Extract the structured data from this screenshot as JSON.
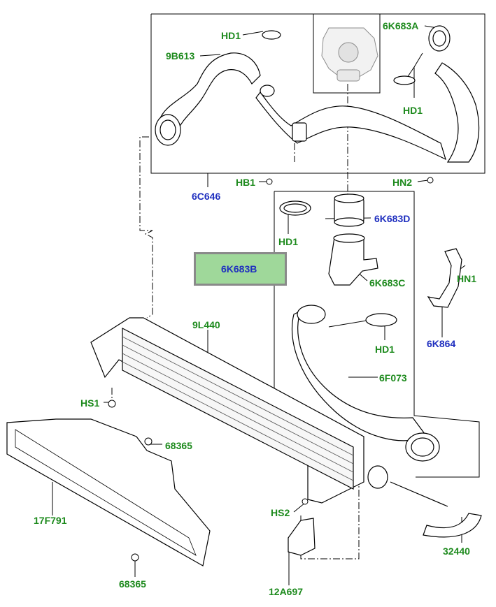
{
  "colors": {
    "label_green": "#1d8a1d",
    "label_blue": "#1f2fbf",
    "highlight_fill": "#9fd89a",
    "highlight_border": "#8a8a8a",
    "line": "#000000"
  },
  "labels": {
    "hd1_top": "HD1",
    "n9b613": "9B613",
    "n6k683a": "6K683A",
    "hd1_right": "HD1",
    "hb1": "HB1",
    "hn2": "HN2",
    "n6c646": "6C646",
    "hd1_mid": "HD1",
    "n6k683d": "6K683D",
    "n6k683b": "6K683B",
    "n6k683c": "6K683C",
    "hn1": "HN1",
    "n6k864": "6K864",
    "n9l440": "9L440",
    "hd1_low": "HD1",
    "hs1": "HS1",
    "n6f073": "6F073",
    "n68365_a": "68365",
    "n17f791": "17F791",
    "hs2": "HS2",
    "n32440": "32440",
    "n68365_b": "68365",
    "n12a697": "12A697"
  }
}
